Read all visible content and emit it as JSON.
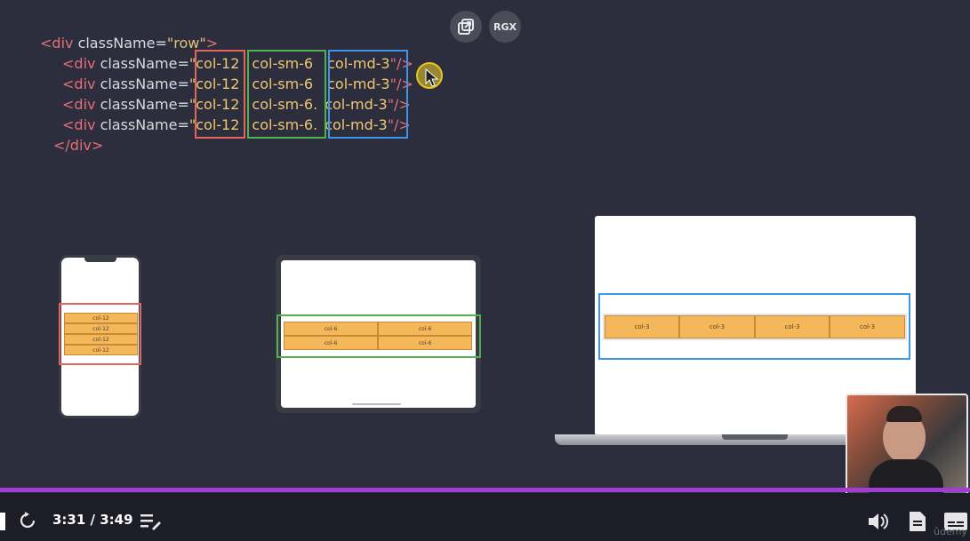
{
  "overlay": {
    "rgx_label": "RGX"
  },
  "code": {
    "line1": {
      "open": "<div ",
      "attr": "className=",
      "value": "\"row\"",
      "close": ">"
    },
    "rows": [
      {
        "open": "<div ",
        "attr": "className=",
        "q": "\"",
        "c1": "col-12",
        "c2": "col-sm-6",
        "c3": "col-md-3",
        "end": "\"/>"
      },
      {
        "open": "<div ",
        "attr": "className=",
        "q": "\"",
        "c1": "col-12",
        "c2": "col-sm-6",
        "c3": "col-md-3",
        "end": "\"/>"
      },
      {
        "open": "<div ",
        "attr": "className=",
        "q": "\"",
        "c1": "col-12",
        "c2": "col-sm-6.",
        "c3": "col-md-3",
        "end": "\"/>"
      },
      {
        "open": "<div ",
        "attr": "className=",
        "q": "\"",
        "c1": "col-12",
        "c2": "col-sm-6.",
        "c3": "col-md-3",
        "end": "\"/>"
      }
    ],
    "closing": "</div>"
  },
  "phone": {
    "cells": [
      "col-12",
      "col-12",
      "col-12",
      "col-12"
    ]
  },
  "tablet": {
    "cells": [
      "col-6",
      "col-6",
      "col-6",
      "col-6"
    ]
  },
  "laptop": {
    "cells": [
      "col-3",
      "col-3",
      "col-3",
      "col-3"
    ]
  },
  "colors": {
    "red": "#e0675a",
    "green": "#4fb24a",
    "blue": "#3f96e8",
    "progress": "#a33bd6"
  },
  "player": {
    "time": "3:31 / 3:49",
    "watermark": "ûdemy",
    "progress_fraction": 0.967
  }
}
